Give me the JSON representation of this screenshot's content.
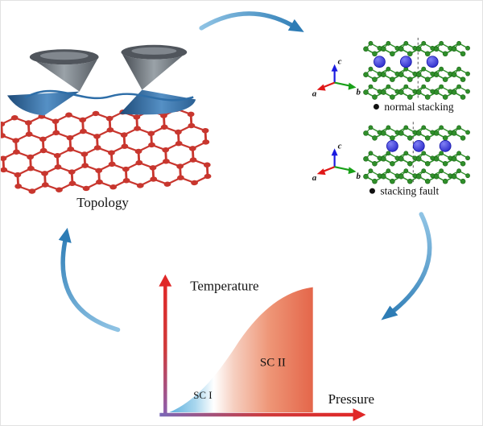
{
  "figure": {
    "topology_label": "Topology",
    "stacking": {
      "normal_label": "normal stacking",
      "fault_label": "stacking fault",
      "axis_a": "a",
      "axis_b": "b",
      "axis_c": "c"
    },
    "phase_diagram": {
      "y_axis": "Temperature",
      "x_axis": "Pressure",
      "region1": "SC I",
      "region2": "SC II"
    }
  },
  "colors": {
    "lattice": "#c8362e",
    "crystal": "#2f8f2a",
    "crystal_dark": "#1c6418",
    "atom_blue": "#2020cc",
    "arrow_blue_light": "#8fc3e4",
    "arrow_blue_dark": "#2d7cb5",
    "axis_red": "#e02828",
    "sc1_blue": "#5fb0dd",
    "sc2_red": "#e4664a"
  }
}
